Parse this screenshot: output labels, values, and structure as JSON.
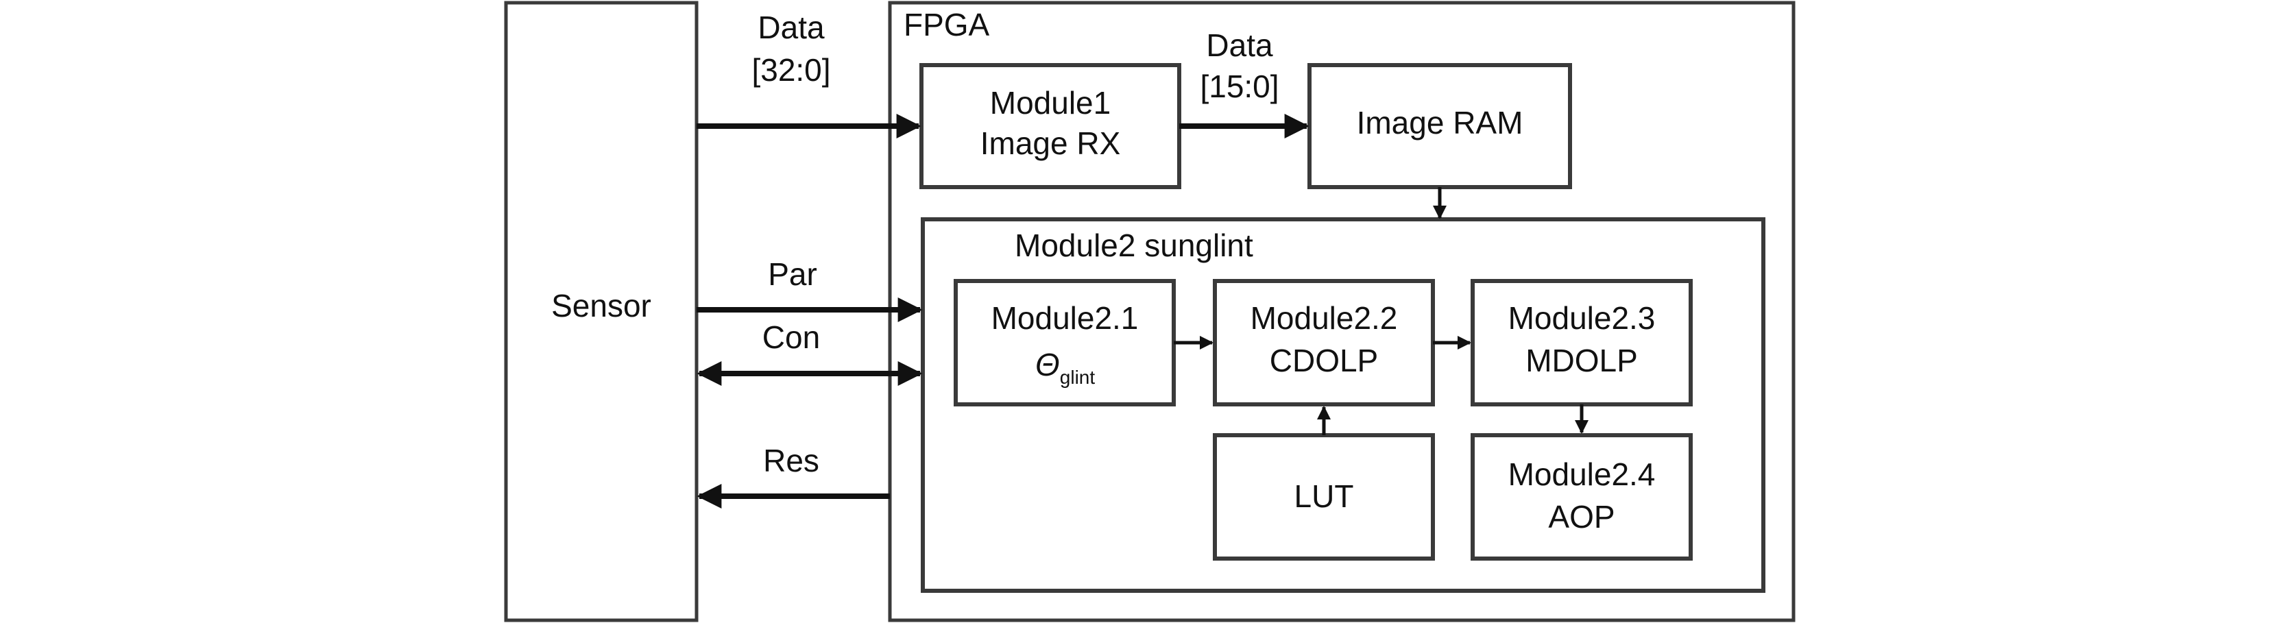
{
  "sensor": {
    "label": "Sensor"
  },
  "fpga": {
    "label": "FPGA"
  },
  "module1": {
    "line1": "Module1",
    "line2": "Image RX"
  },
  "image_ram": {
    "label": "Image RAM"
  },
  "module2": {
    "label": "Module2 sunglint",
    "m21": {
      "line1": "Module2.1",
      "symbol": "Θ",
      "subscript": "glint"
    },
    "m22": {
      "line1": "Module2.2",
      "line2": "CDOLP"
    },
    "m23": {
      "line1": "Module2.3",
      "line2": "MDOLP"
    },
    "m24": {
      "line1": "Module2.4",
      "line2": "AOP"
    },
    "lut": {
      "label": "LUT"
    }
  },
  "signals": {
    "data_in": {
      "line1": "Data",
      "line2": "[32:0]"
    },
    "data_mid": {
      "line1": "Data",
      "line2": "[15:0]"
    },
    "par": "Par",
    "con": "Con",
    "res": "Res"
  }
}
